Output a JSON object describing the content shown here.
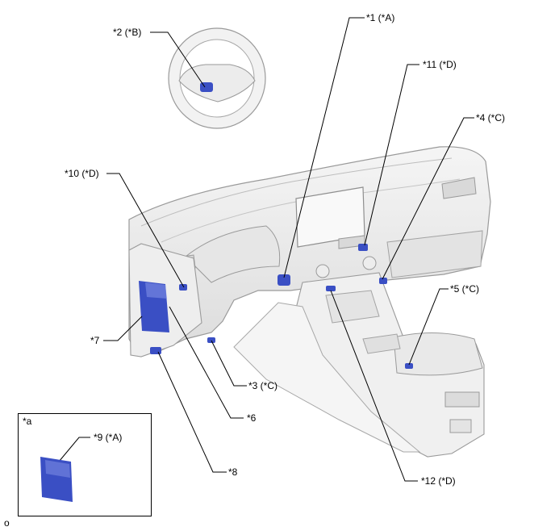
{
  "labels": {
    "c1": "*1 (*A)",
    "c2": "*2 (*B)",
    "c3": "*3 (*C)",
    "c4": "*4 (*C)",
    "c5": "*5 (*C)",
    "c6": "*6",
    "c7": "*7",
    "c8": "*8",
    "c9": "*9 (*A)",
    "c10": "*10 (*D)",
    "c11": "*11 (*D)",
    "c12": "*12 (*D)",
    "inset": "*a"
  },
  "footer_mark": "o",
  "colors": {
    "part_blue": "#3a4fc4",
    "part_blue_light": "#7f8fe6",
    "line": "#000000",
    "panel": "#eeeeee",
    "panel_stroke": "#9a9a9a"
  }
}
